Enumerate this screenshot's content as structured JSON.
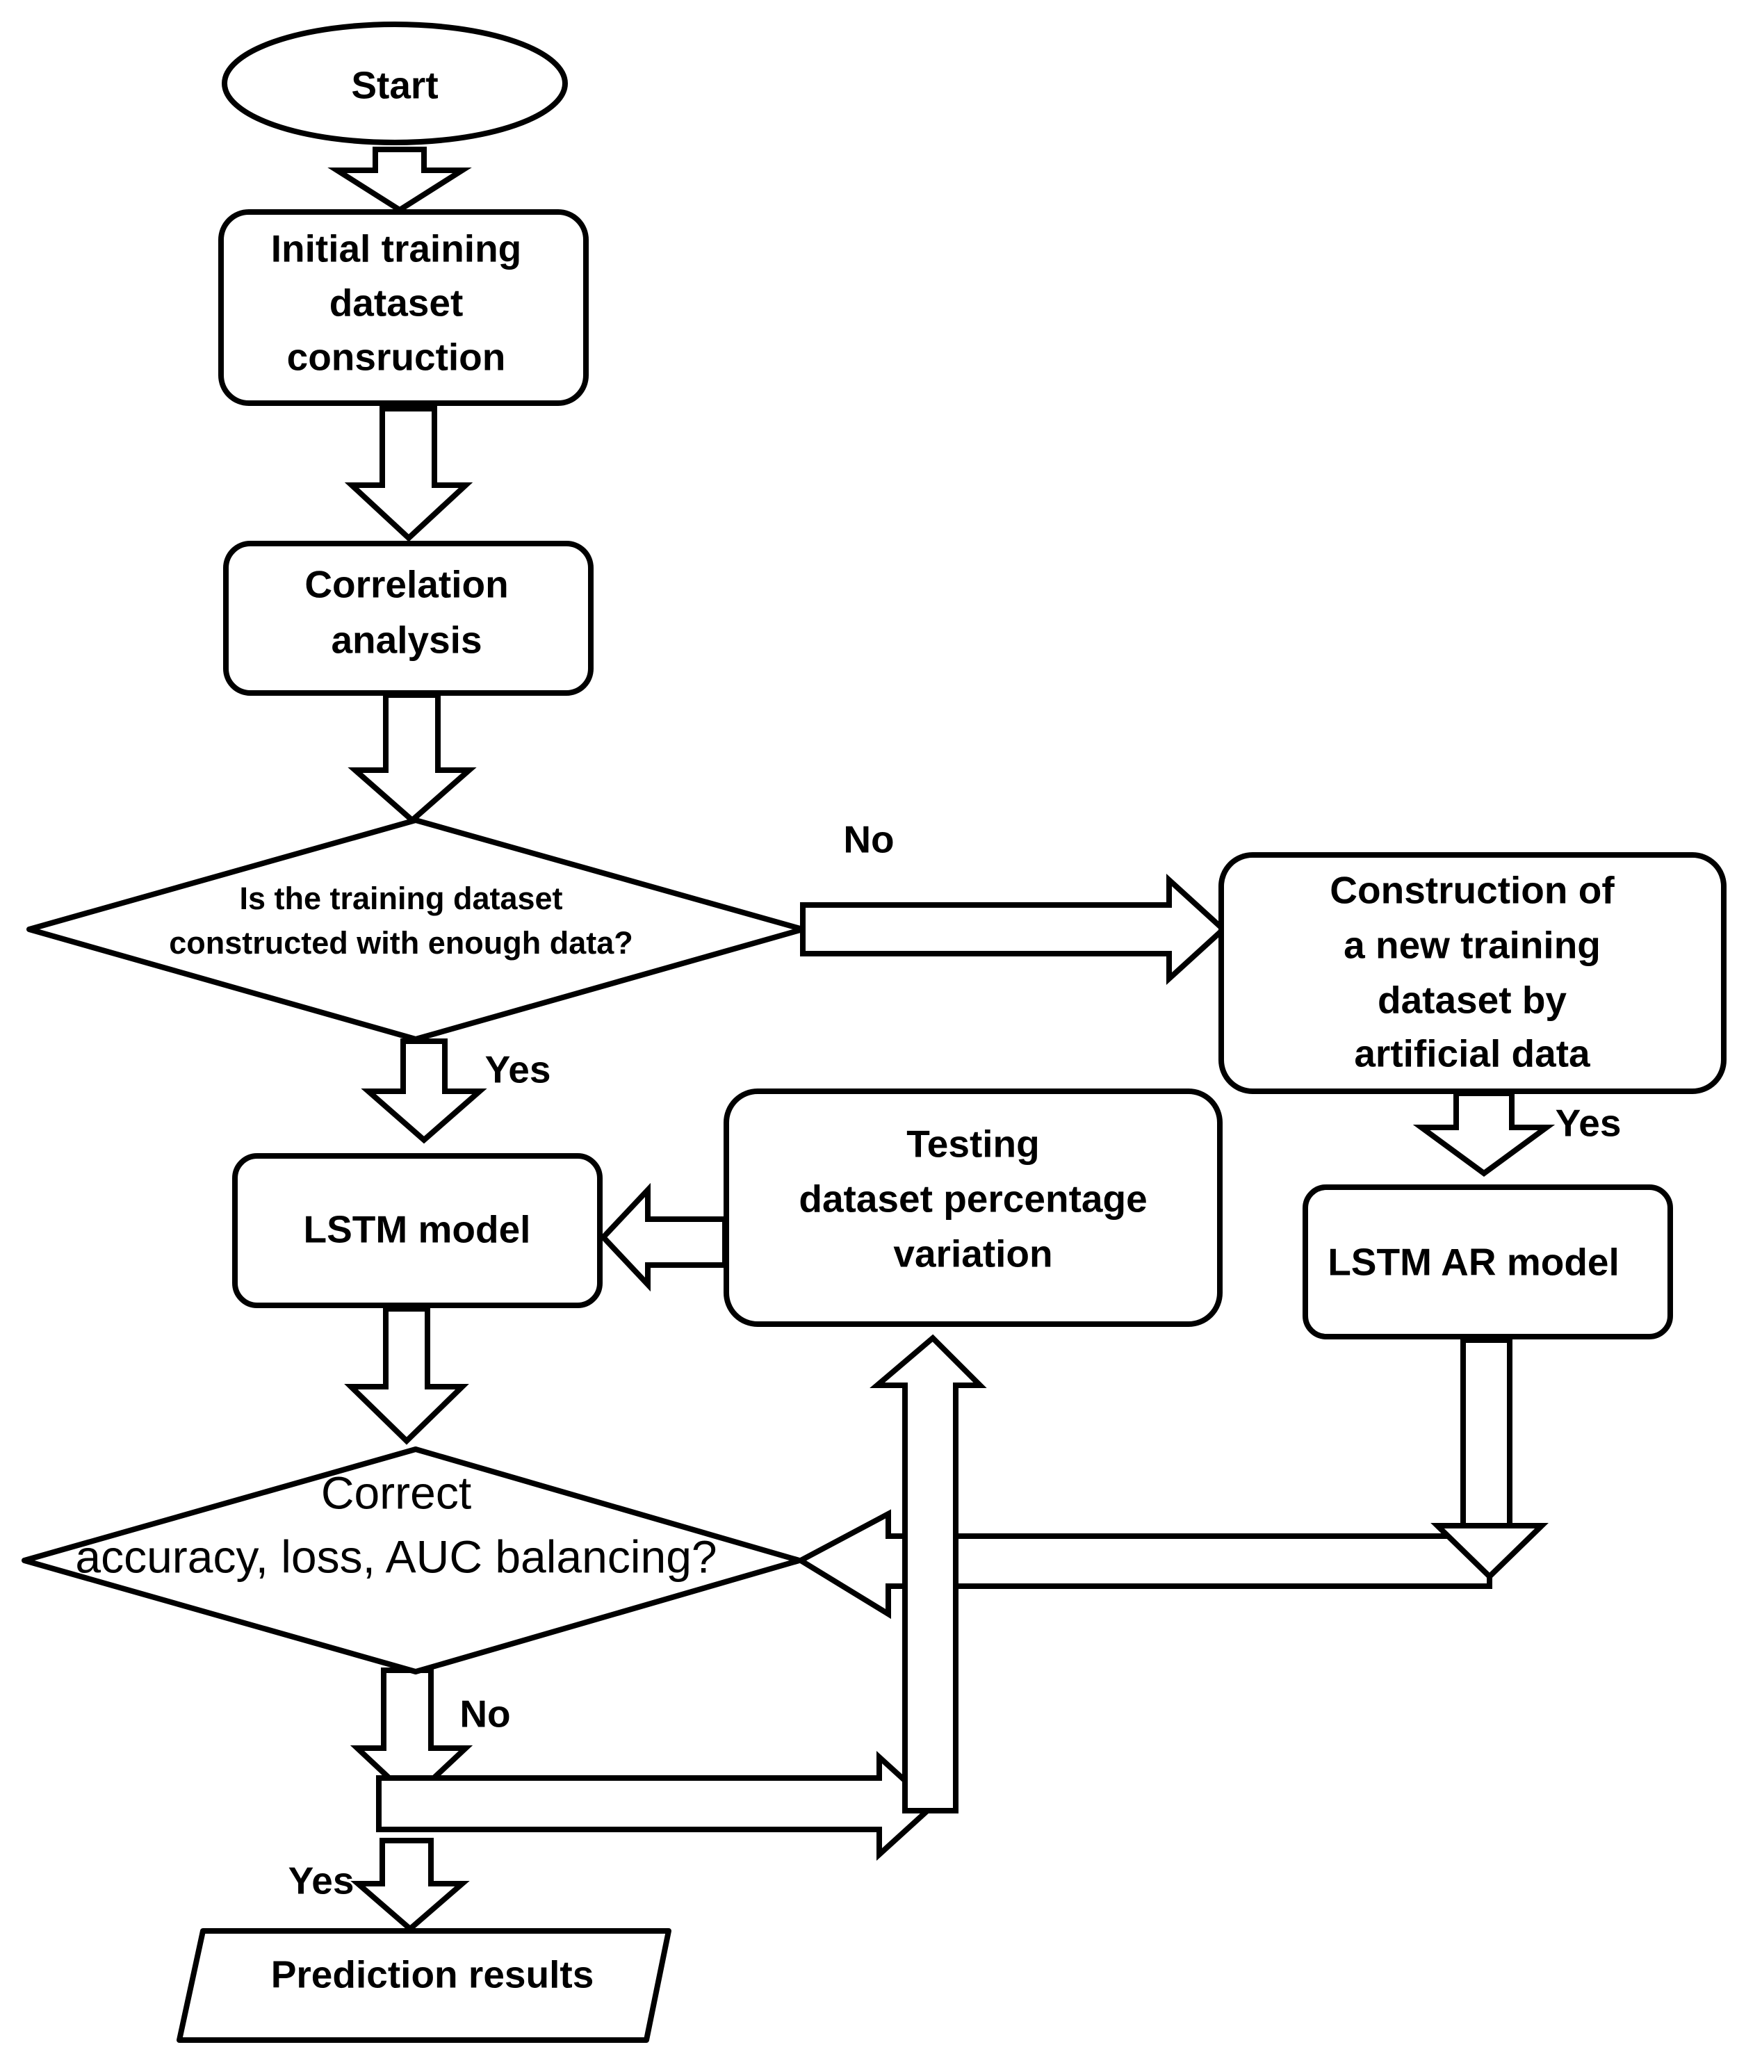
{
  "nodes": {
    "start": [
      "Start"
    ],
    "initial_training": [
      "Initial training",
      "dataset",
      "consruction"
    ],
    "correlation": [
      "Correlation",
      "analysis"
    ],
    "decision_data": [
      "Is the training dataset",
      "constructed with enough data?"
    ],
    "construction_new": [
      "Construction of",
      "a new training",
      "dataset by",
      "artificial data"
    ],
    "lstm_model": [
      "LSTM model"
    ],
    "testing_variation": [
      "Testing",
      "dataset percentage",
      "variation"
    ],
    "lstm_ar_model": [
      "LSTM AR model"
    ],
    "decision_balance": [
      "Correct",
      "accuracy, loss, AUC balancing?"
    ],
    "prediction": [
      "Prediction results"
    ]
  },
  "edge_labels": {
    "no_to_construction": "No",
    "yes_to_lstm": "Yes",
    "yes_to_ar": "Yes",
    "no_to_testing": "No",
    "yes_to_prediction": "Yes"
  }
}
